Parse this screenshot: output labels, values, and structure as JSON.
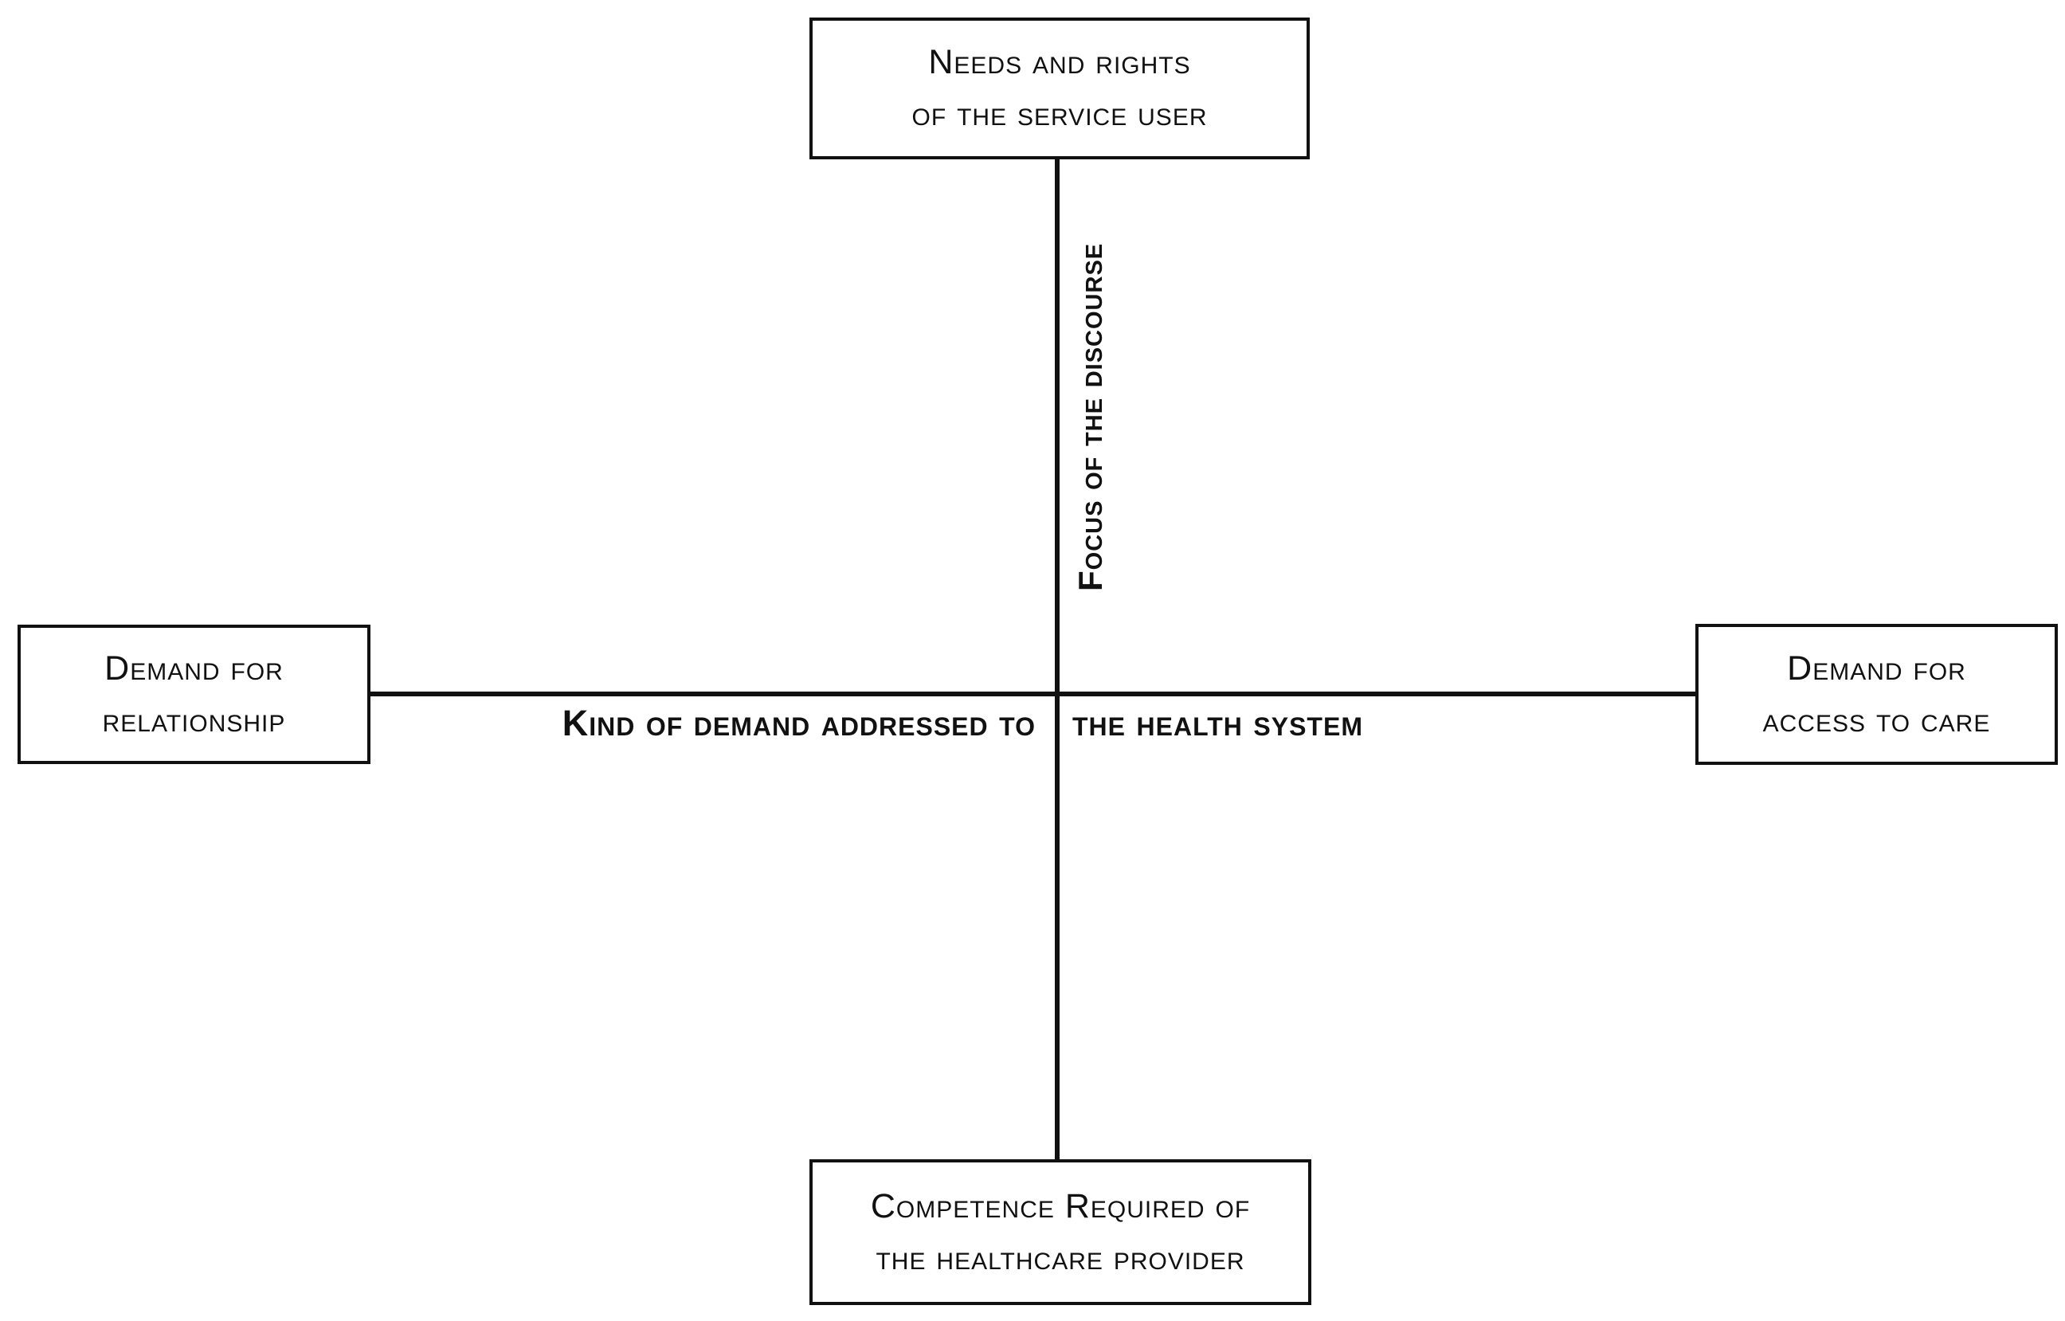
{
  "diagram": {
    "background_color": "#ffffff",
    "ink_color": "#111111",
    "boxes": {
      "top": {
        "line1": "Needs and rights",
        "line2": "of the service user"
      },
      "bottom": {
        "line1": "Competence Required of",
        "line2": "the healthcare provider"
      },
      "left": {
        "line1": "Demand for",
        "line2": "relationship"
      },
      "right": {
        "line1": "Demand for",
        "line2": "access to care"
      }
    },
    "axes": {
      "vertical_label": "Focus of the discourse",
      "horizontal_label_left": "Kind of demand addressed to",
      "horizontal_label_right": "the health system"
    }
  }
}
